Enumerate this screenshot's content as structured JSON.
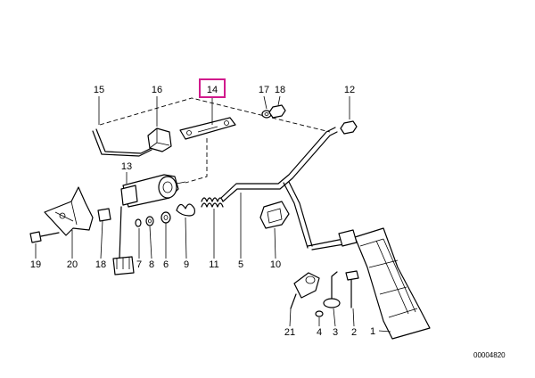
{
  "diagram": {
    "highlighted_part": "14",
    "reference_number": "00004820",
    "highlight_color": "#d11a8c",
    "labels": [
      "15",
      "16",
      "14",
      "17",
      "18",
      "12",
      "13",
      "19",
      "20",
      "18",
      "7",
      "8",
      "6",
      "9",
      "11",
      "5",
      "10",
      "21",
      "4",
      "3",
      "2",
      "1"
    ]
  }
}
